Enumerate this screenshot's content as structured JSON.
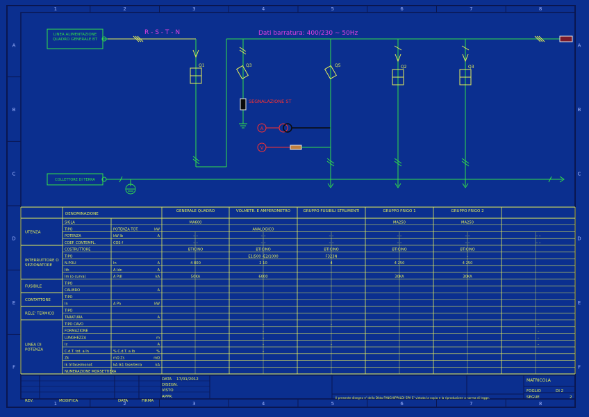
{
  "colors": {
    "background": "#0b2f8f",
    "grid": "#3a6cf0",
    "frame": "#0a1650",
    "green": "#33e04a",
    "yellow": "#e8f05a",
    "magenta": "#e040e0",
    "red": "#ff3030",
    "cyan": "#6fe6ff",
    "white": "#e8e8e8"
  },
  "border": {
    "cols": [
      "1",
      "2",
      "3",
      "4",
      "5",
      "6",
      "7",
      "8"
    ],
    "rows": [
      "A",
      "B",
      "C",
      "D",
      "E",
      "F"
    ]
  },
  "diagram": {
    "supply_label_1": "LINEA ALIMENTAZIONE",
    "supply_label_2": "QUADRO GENERALE BT",
    "phase_label": "R - S - T - N",
    "busbar_label": "Dati barratura: 400/230 ~ 50Hz",
    "ground_label": "COLLETTORE DI TERRA",
    "signal_label": "SEGNALAZIONE ST",
    "devices": [
      "Q1",
      "Q3",
      "Q5",
      "Q2",
      "Q3"
    ],
    "meter_a": "A",
    "meter_v": "V"
  },
  "table": {
    "col_headers": [
      "DENOMINAZIONE",
      "GENERALE QUADRO",
      "VOLMETR. E AMPEROMETRO",
      "GRUPPO FUSIBILI STRUMENTI",
      "GRUPPO FRIGO 1",
      "GRUPPO FRIGO 2"
    ],
    "groups": [
      "UTENZA",
      "INTERRUTTORE O SEZIONATORE",
      "FUSIBILE",
      "CONTATTORE",
      "RELE' TERMICO",
      "LINEA DI POTENZA"
    ],
    "rows": [
      {
        "label": "SIGLA",
        "sub": "",
        "unit": "",
        "cells": [
          "MA600",
          "",
          "",
          "MA250",
          "MA250",
          ""
        ]
      },
      {
        "label": "TIPO",
        "sub": "POTENZA TOT.",
        "unit": "kW",
        "cells": [
          "",
          "ANALOGICO",
          "",
          "",
          "",
          ""
        ]
      },
      {
        "label": "POTENZA",
        "sub": "kW  Ib",
        "unit": "A",
        "cells": [
          "–    –",
          "–    –",
          "–    –",
          "–    –",
          "–    –",
          "–    –"
        ]
      },
      {
        "label": "COEF. CONTEMPL.",
        "sub": "COS f",
        "unit": "",
        "cells": [
          "–    –",
          "–    –",
          "–    –",
          "–    –",
          "–    –",
          "–    –"
        ]
      },
      {
        "label": "COSTRUTTORE",
        "sub": "",
        "unit": "",
        "cells": [
          "BTICINO",
          "BTICINO",
          "BTICINO",
          "BTICINO",
          "BTICINO",
          ""
        ]
      },
      {
        "label": "TIPO",
        "sub": "",
        "unit": "",
        "cells": [
          "",
          "E1/500 -E2/1000",
          "F323N",
          "",
          "–",
          ""
        ]
      },
      {
        "label": "N.POLI",
        "sub": "In",
        "unit": "A",
        "cells": [
          "4      800",
          "2      10",
          "4",
          "4      250",
          "4      250",
          ""
        ]
      },
      {
        "label": "Ith",
        "sub": "A  Idn",
        "unit": "A",
        "cells": [
          "",
          "",
          "",
          "",
          "",
          ""
        ]
      },
      {
        "label": "Im (o curva)",
        "sub": "A  PdI",
        "unit": "kA",
        "cells": [
          "50KA",
          "6000",
          "",
          "30KA",
          "30KA",
          ""
        ]
      },
      {
        "label": "TIPO",
        "sub": "",
        "unit": "",
        "cells": [
          "",
          "",
          "",
          "",
          "",
          ""
        ]
      },
      {
        "label": "CALIBRO",
        "sub": "",
        "unit": "A",
        "cells": [
          "",
          "",
          "",
          "",
          "",
          ""
        ]
      },
      {
        "label": "TIPO",
        "sub": "",
        "unit": "",
        "cells": [
          "",
          "",
          "",
          "",
          "",
          ""
        ]
      },
      {
        "label": "In",
        "sub": "A  Pn",
        "unit": "kW",
        "cells": [
          "",
          "",
          "",
          "",
          "",
          ""
        ]
      },
      {
        "label": "TIPO",
        "sub": "",
        "unit": "",
        "cells": [
          "",
          "",
          "",
          "",
          "",
          ""
        ]
      },
      {
        "label": "TARATURA",
        "sub": "",
        "unit": "A",
        "cells": [
          "",
          "",
          "",
          "",
          "",
          ""
        ]
      },
      {
        "label": "TIPO CAVO",
        "sub": "",
        "unit": "",
        "cells": [
          "",
          "–",
          "–",
          "",
          "",
          "–"
        ]
      },
      {
        "label": "FORMAZIONE",
        "sub": "",
        "unit": "",
        "cells": [
          "",
          "–",
          "",
          "",
          "",
          "–"
        ]
      },
      {
        "label": "LUNGHEZZA",
        "sub": "",
        "unit": "m",
        "cells": [
          "",
          "–",
          "",
          "",
          "",
          "–"
        ]
      },
      {
        "label": "Iz",
        "sub": "",
        "unit": "A",
        "cells": [
          "",
          "–",
          "–",
          "",
          "",
          "–"
        ]
      },
      {
        "label": "C.d.T. tot. a In",
        "sub": "%  C.d.T. a Ib",
        "unit": "%",
        "cells": [
          "",
          "–",
          "",
          "",
          "",
          ""
        ]
      },
      {
        "label": "Zk",
        "sub": "mΩ  Zs",
        "unit": "mΩ",
        "cells": [
          "",
          "",
          "",
          "",
          "",
          ""
        ]
      },
      {
        "label": "Ik trifase/monof.",
        "sub": "kA  Ik1 fase/terra",
        "unit": "kA",
        "cells": [
          "",
          "",
          "",
          "",
          "",
          ""
        ]
      },
      {
        "label": "NUMERAZIONE MORSETTIERA",
        "sub": "",
        "unit": "",
        "cells": [
          "",
          "",
          "",
          "",
          "",
          ""
        ]
      }
    ]
  },
  "titleblock": {
    "rev": "REV.",
    "modifica": "MODIFICA",
    "data": "DATA",
    "firma": "FIRMA",
    "data_lbl": "DATA",
    "data_val": "17/01/2012",
    "disegn": "DISEGN.",
    "visto": "VISTO",
    "appr": "APPR.",
    "matricola": "MATRICOLA",
    "foglio": "FOGLIO",
    "foglio_val": "DI     2",
    "segue": "SEGUE",
    "segue_val": "2",
    "notice": "Il presente disegno e' della Ditta FANGHIPPALDI SPA E' vietata la copia e la riproduzione a norma di legge."
  }
}
